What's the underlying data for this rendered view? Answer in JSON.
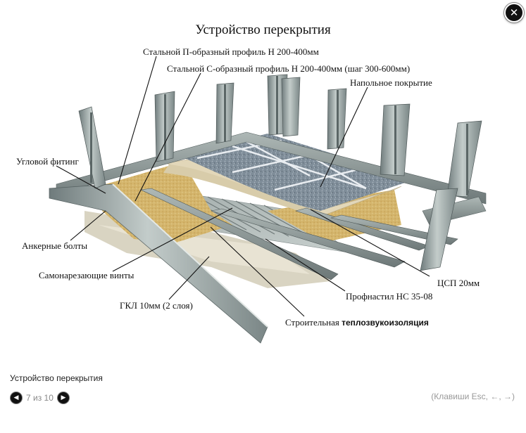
{
  "lightbox": {
    "close_icon": "close-icon",
    "figure": {
      "title": "Устройство перекрытия",
      "labels": {
        "p_profile": "Стальной П-образный профиль Н 200-400мм",
        "c_profile": "Стальной С-образный профиль Н 200-400мм (шаг 300-600мм)",
        "floor_covering": "Напольное покрытие",
        "corner_fitting": "Угловой фитинг",
        "anchor_bolts": "Анкерные болты",
        "self_tapping_screws": "Самонарезающие винты",
        "gkl": "ГКЛ 10мм (2 слоя)",
        "tssp": "ЦСП 20мм",
        "profnastil": "Профнастил НС 35-08",
        "insulation_a": "Строительная",
        "insulation_b": "теплозвукоизоляция"
      }
    },
    "caption": "Устройство перекрытия",
    "counter": "7 из 10",
    "prev_icon": "arrow-left-icon",
    "next_icon": "arrow-right-icon",
    "keys_hint": "(Клавиши Esc, ←, →)"
  }
}
